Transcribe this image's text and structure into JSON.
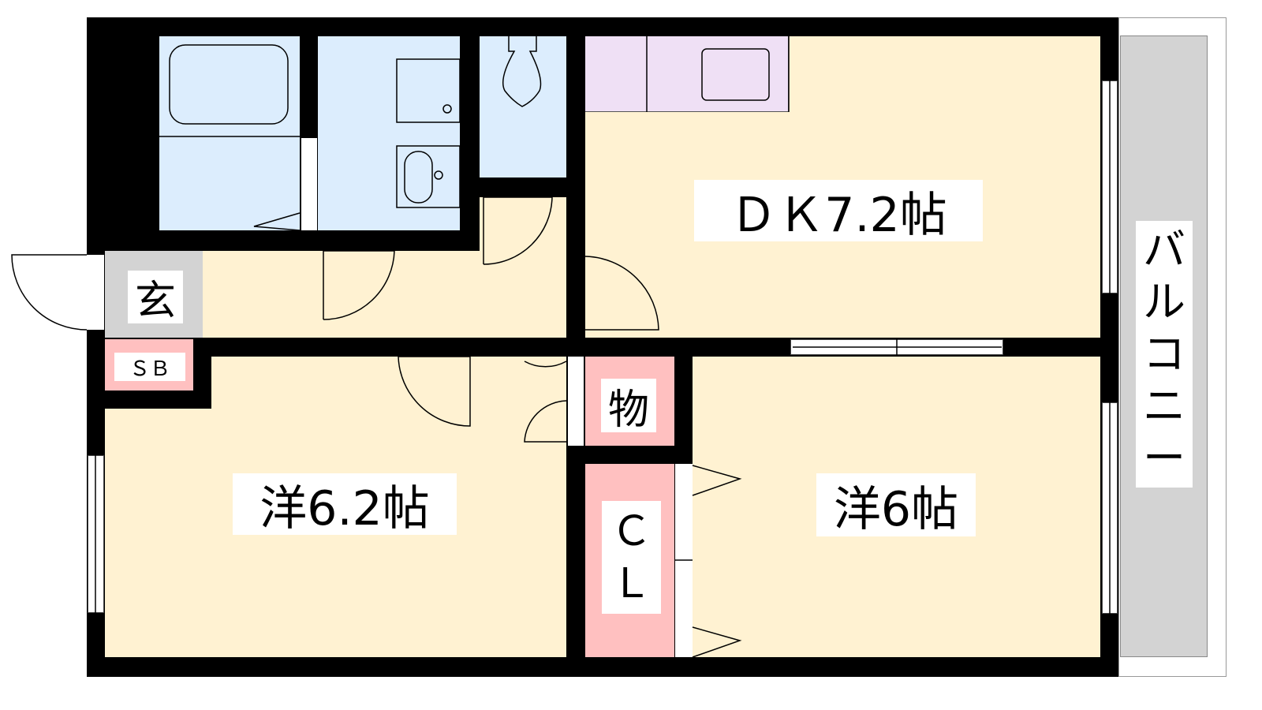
{
  "rooms": {
    "dk": "ＤＫ7.2帖",
    "western_a": "洋6.2帖",
    "western_b": "洋6帖",
    "entrance": "玄",
    "shoe_box": "ＳＢ",
    "storage": "物",
    "closet_c": "Ｃ",
    "closet_l": "Ｌ",
    "balcony": [
      "バ",
      "ル",
      "コ",
      "ニ",
      "ー"
    ]
  },
  "colors": {
    "living": "#fff2d2",
    "wet": "#dcedfd",
    "storage": "#ffc0c0",
    "entrance": "#d3d3d3",
    "kitchen": "#efe0f5",
    "wall": "#000000"
  }
}
